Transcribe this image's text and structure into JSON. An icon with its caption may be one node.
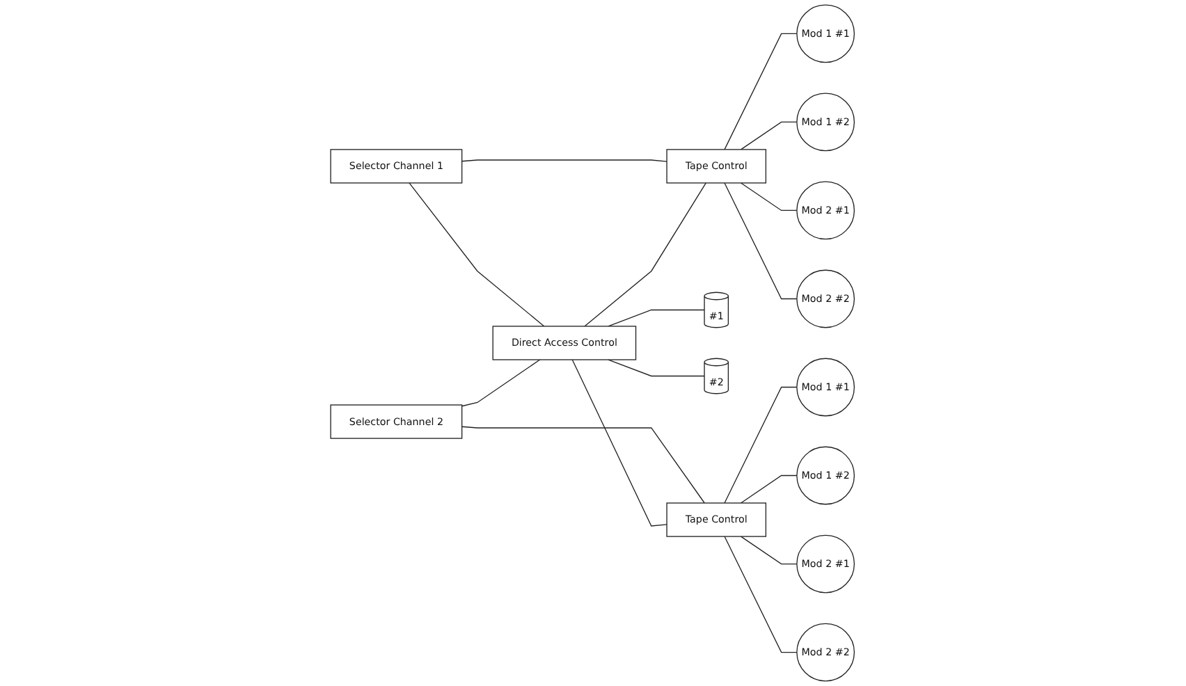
{
  "diagram": {
    "nodes": [
      {
        "text": [
          "Selector Channel 1"
        ]
      },
      {
        "text": [
          "Tape Control"
        ]
      },
      {
        "text": [
          "Mod 1 #1"
        ]
      },
      {
        "text": [
          "Mod 1 #2"
        ]
      },
      {
        "text": [
          "Mod 2 #1"
        ]
      },
      {
        "text": [
          "Mod 2 #2"
        ]
      },
      {
        "text": [
          "Direct Access Control"
        ]
      },
      {
        "text": [
          "#1"
        ]
      },
      {
        "text": [
          "#2"
        ]
      },
      {
        "text": [
          "Selector Channel 2"
        ]
      },
      {
        "text": [
          "Tape Control"
        ]
      },
      {
        "text": [
          "Mod 1 #1"
        ]
      },
      {
        "text": [
          "Mod 1 #2"
        ]
      },
      {
        "text": [
          "Mod 2 #1"
        ]
      },
      {
        "text": [
          "Mod 2 #2"
        ]
      }
    ],
    "edges": [
      {
        "from": 0,
        "to": 1,
        "arrow": "none"
      },
      {
        "from": 0,
        "to": 6,
        "arrow": "none"
      },
      {
        "from": 6,
        "to": 1,
        "arrow": "none"
      },
      {
        "from": 1,
        "to": 2,
        "arrow": "none"
      },
      {
        "from": 1,
        "to": 3,
        "arrow": "none"
      },
      {
        "from": 1,
        "to": 4,
        "arrow": "none"
      },
      {
        "from": 1,
        "to": 5,
        "arrow": "none"
      },
      {
        "from": 6,
        "to": 7,
        "arrow": "none"
      },
      {
        "from": 6,
        "to": 8,
        "arrow": "none"
      },
      {
        "from": 9,
        "to": 10,
        "arrow": "none"
      },
      {
        "from": 9,
        "to": 6,
        "arrow": "none"
      },
      {
        "from": 6,
        "to": 10,
        "arrow": "none"
      },
      {
        "from": 10,
        "to": 11,
        "arrow": "none"
      },
      {
        "from": 10,
        "to": 12,
        "arrow": "none"
      },
      {
        "from": 10,
        "to": 13,
        "arrow": "none"
      },
      {
        "from": 10,
        "to": 14,
        "arrow": "none"
      }
    ]
  }
}
